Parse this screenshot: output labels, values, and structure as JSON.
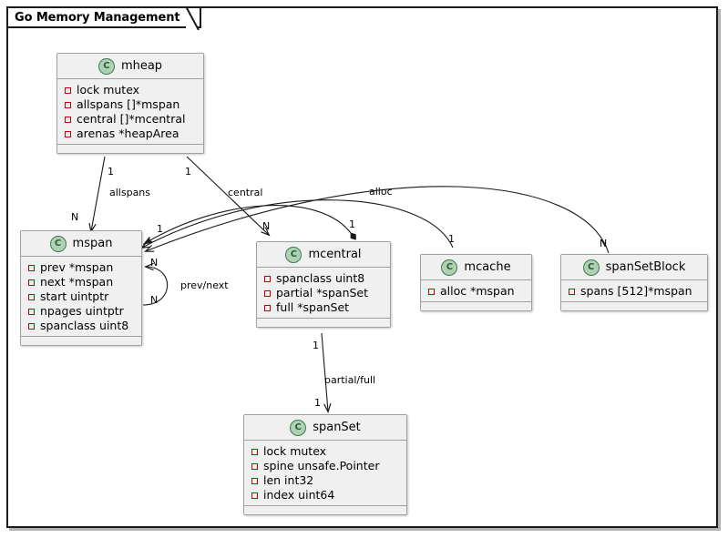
{
  "frame": {
    "title": "Go Memory Management"
  },
  "classes": [
    {
      "id": "mheap",
      "name": "mheap",
      "stereotype": "C",
      "fields": [
        "lock mutex",
        "allspans []*mspan",
        "central []*mcentral",
        "arenas *heapArea"
      ]
    },
    {
      "id": "mspan",
      "name": "mspan",
      "stereotype": "C",
      "fields": [
        "prev *mspan",
        "next *mspan",
        "start uintptr",
        "npages uintptr",
        "spanclass uint8"
      ]
    },
    {
      "id": "mcentral",
      "name": "mcentral",
      "stereotype": "C",
      "fields": [
        "spanclass uint8",
        "partial *spanSet",
        "full *spanSet"
      ]
    },
    {
      "id": "mcache",
      "name": "mcache",
      "stereotype": "C",
      "fields": [
        "alloc *mspan"
      ]
    },
    {
      "id": "spanSetBlock",
      "name": "spanSetBlock",
      "stereotype": "C",
      "fields": [
        "spans [512]*mspan"
      ]
    },
    {
      "id": "spanSet",
      "name": "spanSet",
      "stereotype": "C",
      "fields": [
        "lock mutex",
        "spine unsafe.Pointer",
        "len int32",
        "index uint64"
      ]
    }
  ],
  "edges": [
    {
      "id": "mheap-mspan",
      "label": "allspans",
      "source": "mheap",
      "target": "mspan",
      "source_mult": "1",
      "target_mult": "N"
    },
    {
      "id": "mheap-mcentral",
      "label": "central",
      "source": "mheap",
      "target": "mcentral",
      "source_mult": "1",
      "target_mult": "N"
    },
    {
      "id": "mcentral-mspan",
      "label": "",
      "source": "mcentral",
      "target": "mspan",
      "source_mult": "1",
      "target_mult": "1"
    },
    {
      "id": "mcache-mspan",
      "label": "alloc",
      "source": "mcache",
      "target": "mspan",
      "source_mult": "1",
      "target_mult": "1"
    },
    {
      "id": "spanSetBlock-mspan",
      "label": "",
      "source": "spanSetBlock",
      "target": "mspan",
      "source_mult": "N",
      "target_mult": "1"
    },
    {
      "id": "mspan-self",
      "label": "prev/next",
      "source": "mspan",
      "target": "mspan",
      "source_mult": "N",
      "target_mult": "N"
    },
    {
      "id": "mcentral-spanSet",
      "label": "partial/full",
      "source": "mcentral",
      "target": "spanSet",
      "source_mult": "1",
      "target_mult": "1"
    }
  ],
  "colors": {
    "class_fill": "#f0f0f0",
    "class_border": "#a0a0a0",
    "stereotype_fill": "#add1b2",
    "stereotype_border": "#3f7a50",
    "private_marker": "#c00000",
    "edge": "#1a1a1a",
    "frame_border": "#1a1a1a",
    "page_background": "#ffffff"
  }
}
